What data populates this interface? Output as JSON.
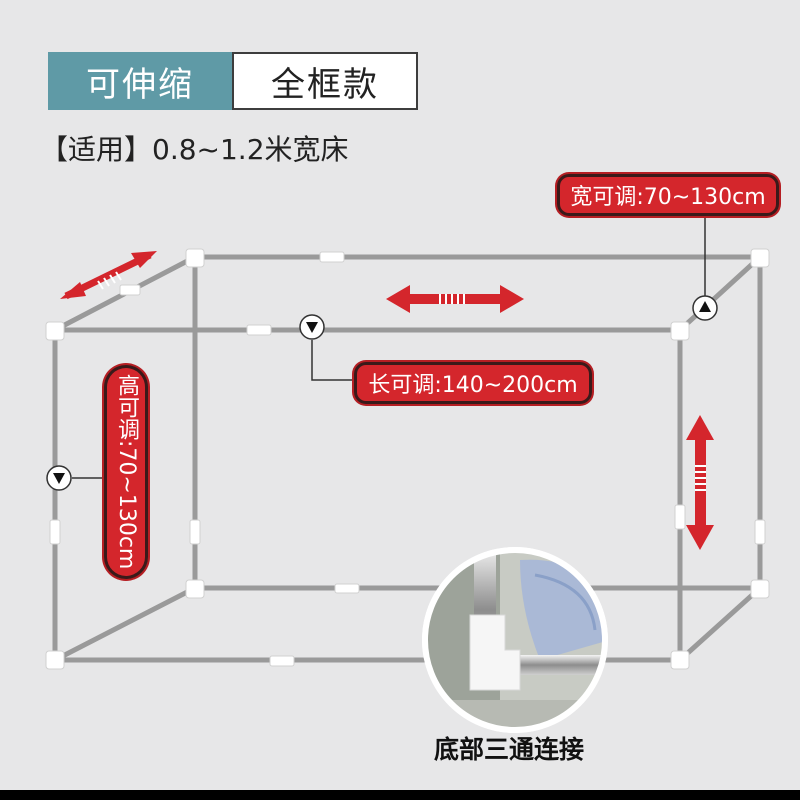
{
  "tag": {
    "left_label": "可伸缩",
    "right_label": "全框款"
  },
  "applies_text": "【适用】0.8~1.2米宽床",
  "callouts": {
    "width": "宽可调:70~130cm",
    "length": "长可调:140~200cm",
    "height": "高可调:70~130cm"
  },
  "inset_caption": "底部三通连接",
  "colors": {
    "accent_red": "#d4262c",
    "tag_teal": "#5f9aa6",
    "background": "#e7e7e8"
  }
}
